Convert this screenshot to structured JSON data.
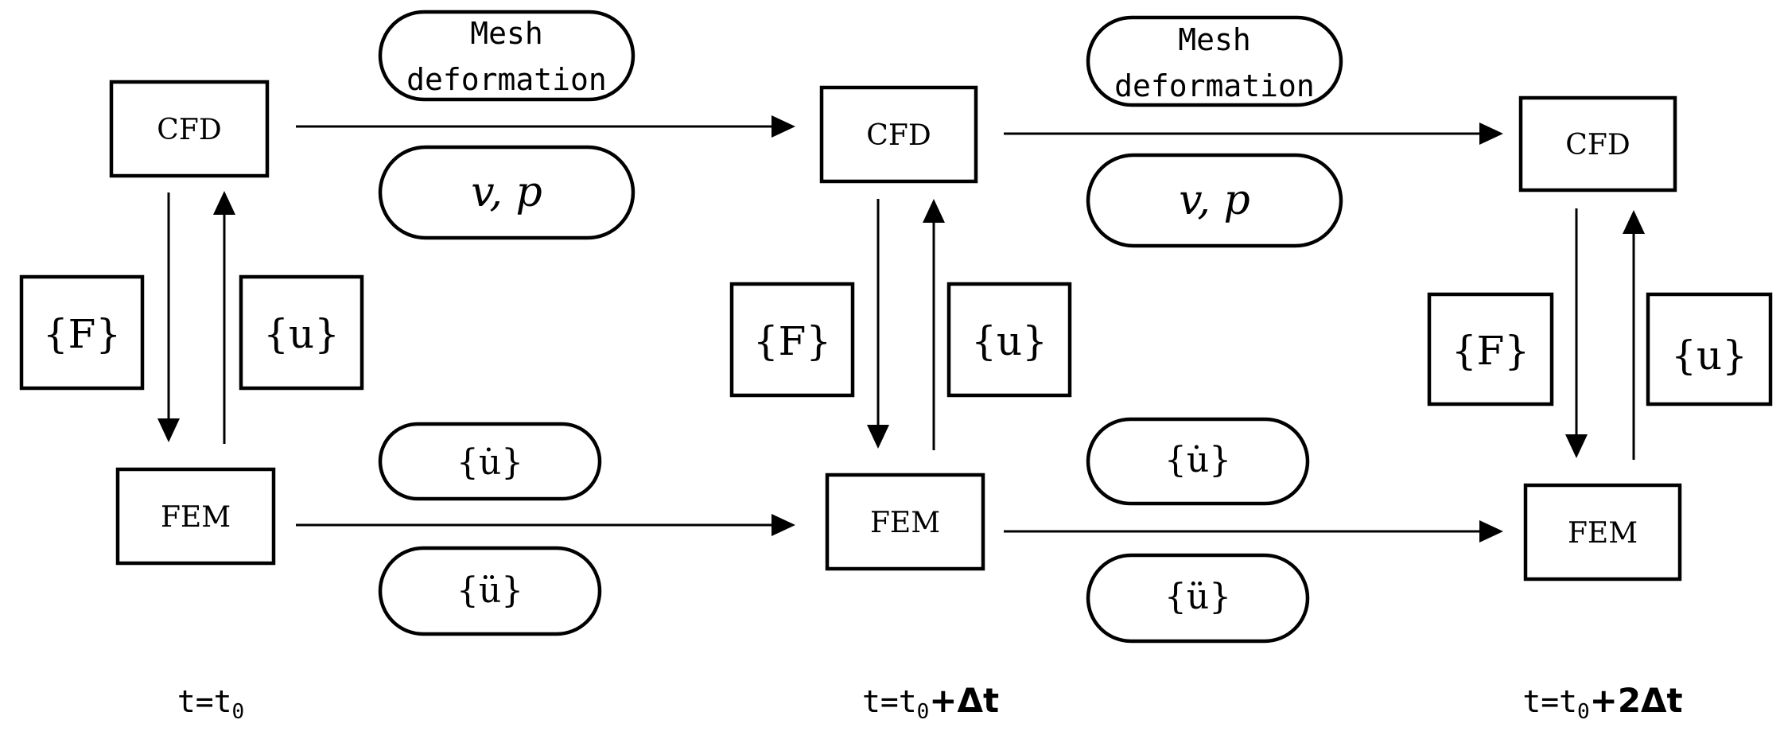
{
  "stages": [
    {
      "cfd_label": "CFD",
      "fem_label": "FEM",
      "force_label": "{F}",
      "disp_label": "{u}",
      "time": {
        "prefix": "t=t",
        "sub": "0",
        "suffix": ""
      }
    },
    {
      "cfd_label": "CFD",
      "fem_label": "FEM",
      "force_label": "{F}",
      "disp_label": "{u}",
      "time": {
        "prefix": "t=t",
        "sub": "0",
        "suffix": "+Δt"
      }
    },
    {
      "cfd_label": "CFD",
      "fem_label": "FEM",
      "force_label": "{F}",
      "disp_label": "{u}",
      "time": {
        "prefix": "t=t",
        "sub": "0",
        "suffix": "+2Δt"
      }
    }
  ],
  "transfers": [
    {
      "mesh_line1": "Mesh",
      "mesh_line2": "deformation",
      "flow_vars": "v, p",
      "velocity_label": "{u̇}",
      "accel_label": "{ü}"
    },
    {
      "mesh_line1": "Mesh",
      "mesh_line2": "deformation",
      "flow_vars": "v, p",
      "velocity_label": "{u̇}",
      "accel_label": "{ü}"
    }
  ],
  "colors": {
    "stroke": "#000000",
    "background": "#ffffff"
  }
}
